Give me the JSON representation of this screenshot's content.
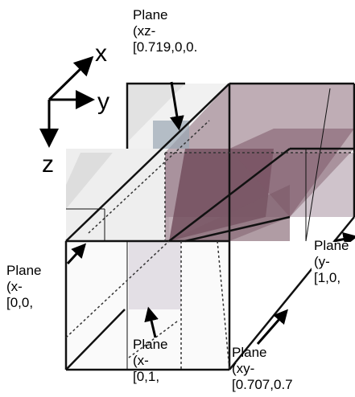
{
  "axes": {
    "x": "x",
    "y": "y",
    "z": "z"
  },
  "labels": [
    {
      "id": "xz",
      "lines": [
        "Plane",
        "(xz-",
        "[0.719,0,0."
      ]
    },
    {
      "id": "y",
      "lines": [
        "Plane",
        "(y-",
        "[1,0,"
      ]
    },
    {
      "id": "x0",
      "lines": [
        "Plane",
        "(x-",
        "[0,0,"
      ]
    },
    {
      "id": "x1",
      "lines": [
        "Plane",
        "(x-",
        "[0,1,"
      ]
    },
    {
      "id": "xy",
      "lines": [
        "Plane",
        "(xy-",
        "[0.707,0.7"
      ]
    }
  ],
  "colors": {
    "plane": "#6f4a5a",
    "plane_light": "#c9bcc4",
    "edge": "#111111",
    "ghost": "#e6e6e6"
  }
}
